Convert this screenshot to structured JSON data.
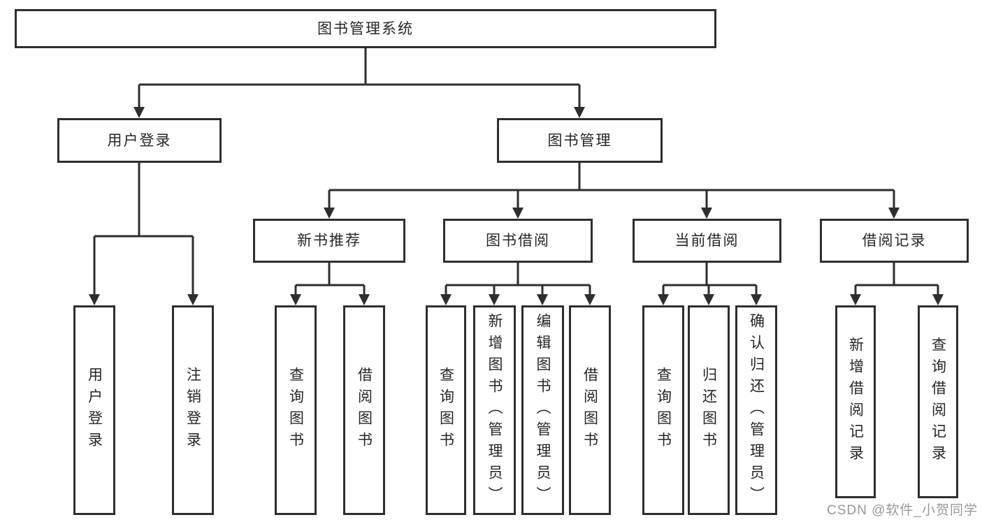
{
  "diagram": {
    "type": "hierarchy-flowchart",
    "title": "图书管理系统",
    "colors": {
      "background": "#ffffff",
      "line": "#2e2e2e",
      "box_border": "#2e2e2e",
      "text": "#262626",
      "watermark": "#949494"
    },
    "tree": {
      "label": "图书管理系统",
      "children": [
        {
          "label": "用户登录",
          "children": [
            {
              "label": "用户登录"
            },
            {
              "label": "注销登录"
            }
          ]
        },
        {
          "label": "图书管理",
          "children": [
            {
              "label": "新书推荐",
              "children": [
                {
                  "label": "查询图书"
                },
                {
                  "label": "借阅图书"
                }
              ]
            },
            {
              "label": "图书借阅",
              "children": [
                {
                  "label": "查询图书"
                },
                {
                  "label": "新增图书（管理员）"
                },
                {
                  "label": "编辑图书（管理员）"
                },
                {
                  "label": "借阅图书"
                }
              ]
            },
            {
              "label": "当前借阅",
              "children": [
                {
                  "label": "查询图书"
                },
                {
                  "label": "归还图书"
                },
                {
                  "label": "确认归还（管理员）"
                }
              ]
            },
            {
              "label": "借阅记录",
              "children": [
                {
                  "label": "新增借阅记录"
                },
                {
                  "label": "查询借阅记录"
                }
              ]
            }
          ]
        }
      ]
    },
    "watermark": "CSDN @软件_小贺同学"
  }
}
